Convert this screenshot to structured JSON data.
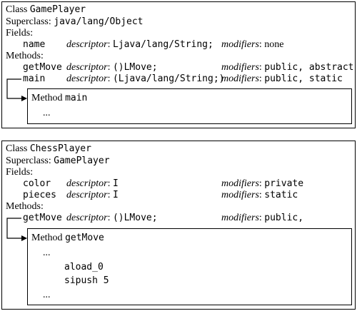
{
  "class1": {
    "class_kw": "Class",
    "name": "GamePlayer",
    "superclass_kw": "Superclass:",
    "superclass": "java/lang/Object",
    "fields_kw": "Fields:",
    "fields": [
      {
        "name": "name",
        "descriptor_kw": "descriptor",
        "descriptor": "Ljava/lang/String;",
        "modifiers_kw": "modifiers",
        "modifiers": "none"
      }
    ],
    "methods_kw": "Methods:",
    "methods": [
      {
        "name": "getMove",
        "descriptor_kw": "descriptor",
        "descriptor": "()LMove;",
        "modifiers_kw": "modifiers",
        "modifiers": "public, abstract"
      },
      {
        "name": "main",
        "descriptor_kw": "descriptor",
        "descriptor": "(Ljava/lang/String;)",
        "modifiers_kw": "modifiers",
        "modifiers": "public, static"
      }
    ],
    "method_box": {
      "method_kw": "Method",
      "name": "main",
      "lines": [
        "..."
      ]
    }
  },
  "class2": {
    "class_kw": "Class",
    "name": "ChessPlayer",
    "superclass_kw": "Superclass:",
    "superclass": "GamePlayer",
    "fields_kw": "Fields:",
    "fields": [
      {
        "name": "color",
        "descriptor_kw": "descriptor",
        "descriptor": "I",
        "modifiers_kw": "modifiers",
        "modifiers": "private"
      },
      {
        "name": "pieces",
        "descriptor_kw": "descriptor",
        "descriptor": "I",
        "modifiers_kw": "modifiers",
        "modifiers": "static"
      }
    ],
    "methods_kw": "Methods:",
    "methods": [
      {
        "name": "getMove",
        "descriptor_kw": "descriptor",
        "descriptor": "()LMove;",
        "modifiers_kw": "modifiers",
        "modifiers": "public,"
      }
    ],
    "method_box": {
      "method_kw": "Method",
      "name": "getMove",
      "lines": [
        "...",
        "aload_0",
        "sipush 5",
        "..."
      ]
    }
  }
}
